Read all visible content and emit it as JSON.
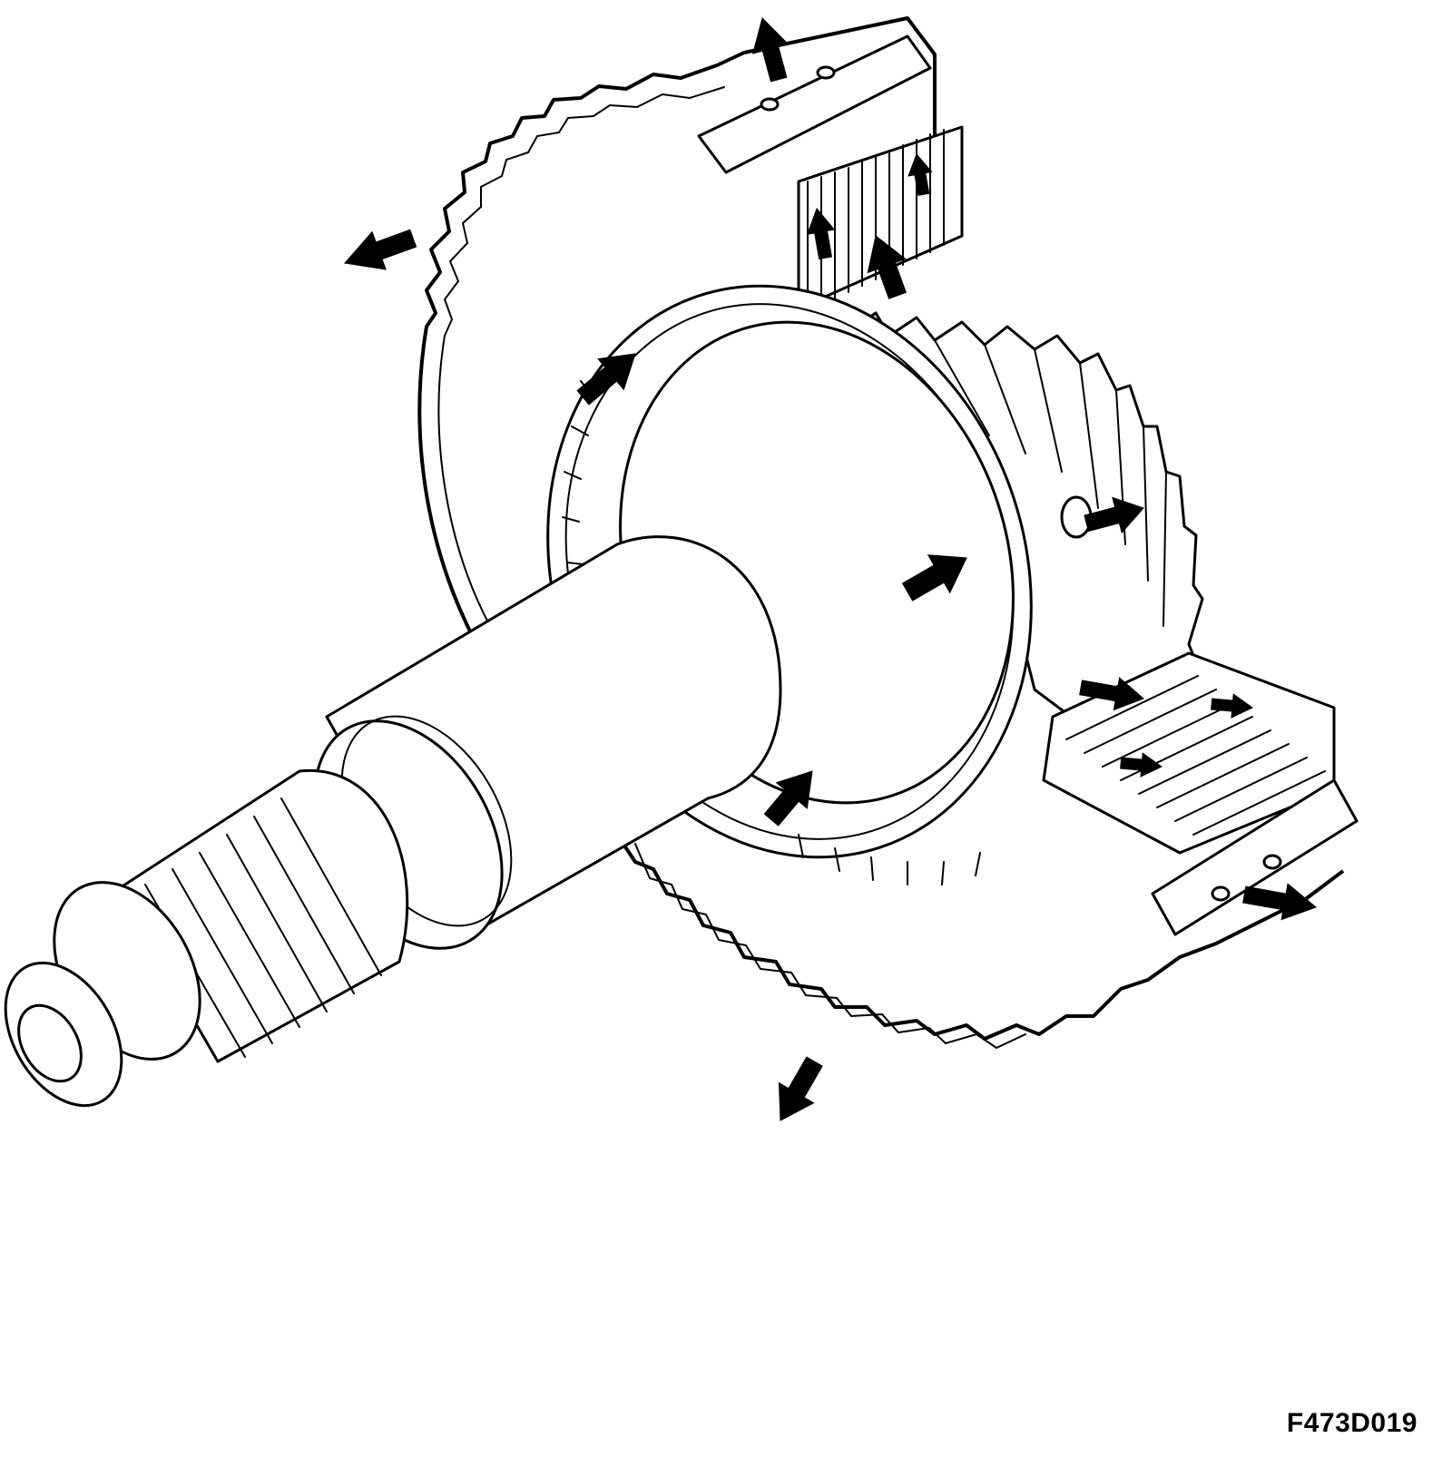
{
  "figure": {
    "id": "F473D019"
  },
  "colors": {
    "ink": "#000000",
    "paper": "#ffffff"
  },
  "parts": [
    "shaft",
    "splined-end",
    "drum-hub",
    "clutch-drum-housing",
    "clutch-plate-pack-top",
    "clutch-plate-pack-bottom",
    "ring-gear",
    "retaining-ring-top",
    "retaining-ring-bottom"
  ],
  "icons": [
    "flow-arrow-icon"
  ]
}
